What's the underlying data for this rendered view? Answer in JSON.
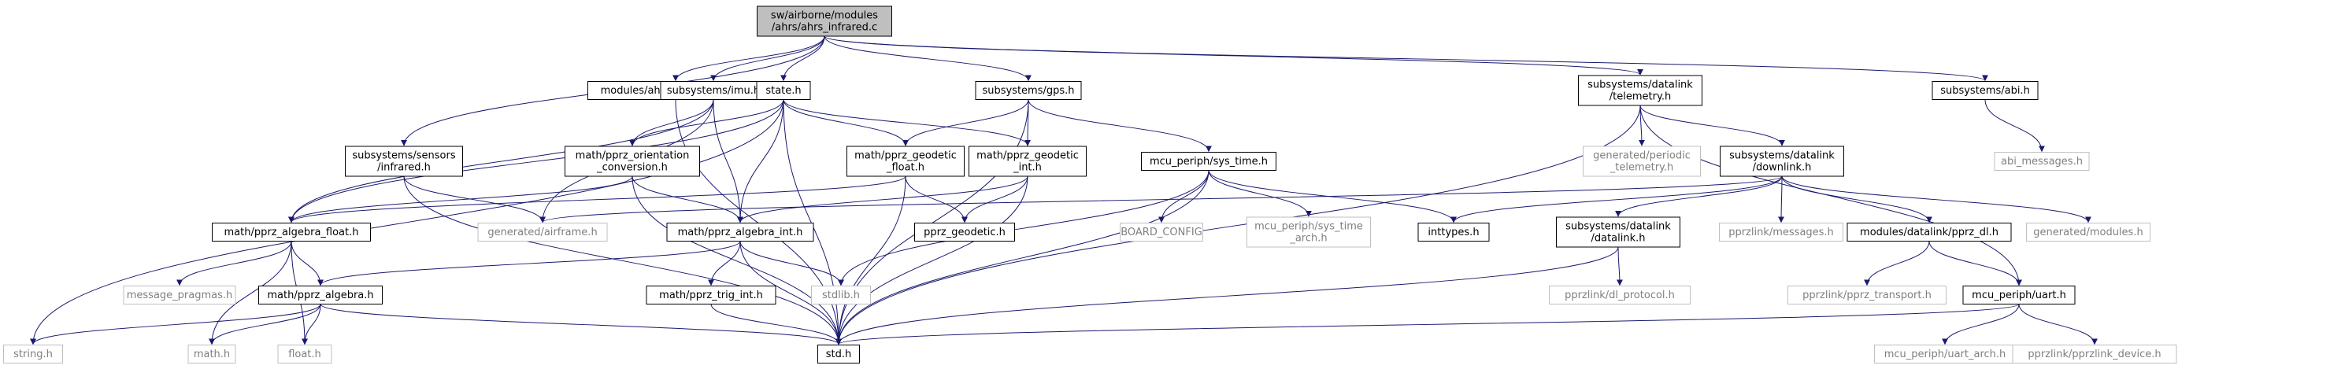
{
  "diagram": {
    "type": "include-dependency-graph",
    "colors": {
      "root_fill": "#bfbfbf",
      "node_border": "#000000",
      "external_border": "#bfbfbf",
      "external_text": "#7f7f7f",
      "edge": "#191970",
      "background": "#ffffff"
    },
    "nodes": [
      {
        "id": "root",
        "lines": [
          "sw/airborne/modules",
          "/ahrs/ahrs_infrared.c"
        ],
        "kind": "root"
      },
      {
        "id": "ahrs_infrared_h",
        "lines": [
          "modules/ahrs/ahrs_infrared.h"
        ],
        "kind": "local"
      },
      {
        "id": "imu_h",
        "lines": [
          "subsystems/imu.h"
        ],
        "kind": "local"
      },
      {
        "id": "state_h",
        "lines": [
          "state.h"
        ],
        "kind": "local"
      },
      {
        "id": "gps_h",
        "lines": [
          "subsystems/gps.h"
        ],
        "kind": "local"
      },
      {
        "id": "telemetry_h",
        "lines": [
          "subsystems/datalink",
          "/telemetry.h"
        ],
        "kind": "local"
      },
      {
        "id": "abi_h",
        "lines": [
          "subsystems/abi.h"
        ],
        "kind": "local"
      },
      {
        "id": "abi_messages_h",
        "lines": [
          "abi_messages.h"
        ],
        "kind": "external"
      },
      {
        "id": "sensors_infrared_h",
        "lines": [
          "subsystems/sensors",
          "/infrared.h"
        ],
        "kind": "local"
      },
      {
        "id": "orientation_h",
        "lines": [
          "math/pprz_orientation",
          "_conversion.h"
        ],
        "kind": "local"
      },
      {
        "id": "geodetic_float_h",
        "lines": [
          "math/pprz_geodetic",
          "_float.h"
        ],
        "kind": "local"
      },
      {
        "id": "geodetic_int_h",
        "lines": [
          "math/pprz_geodetic",
          "_int.h"
        ],
        "kind": "local"
      },
      {
        "id": "sys_time_h",
        "lines": [
          "mcu_periph/sys_time.h"
        ],
        "kind": "local"
      },
      {
        "id": "gen_periodic_h",
        "lines": [
          "generated/periodic",
          "_telemetry.h"
        ],
        "kind": "external"
      },
      {
        "id": "downlink_h",
        "lines": [
          "subsystems/datalink",
          "/downlink.h"
        ],
        "kind": "local"
      },
      {
        "id": "algebra_float_h",
        "lines": [
          "math/pprz_algebra_float.h"
        ],
        "kind": "local"
      },
      {
        "id": "airframe_h",
        "lines": [
          "generated/airframe.h"
        ],
        "kind": "external"
      },
      {
        "id": "algebra_int_h",
        "lines": [
          "math/pprz_algebra_int.h"
        ],
        "kind": "local"
      },
      {
        "id": "pprz_geodetic_h",
        "lines": [
          "pprz_geodetic.h"
        ],
        "kind": "local"
      },
      {
        "id": "board_config",
        "lines": [
          "BOARD_CONFIG"
        ],
        "kind": "external"
      },
      {
        "id": "sys_time_arch_h",
        "lines": [
          "mcu_periph/sys_time",
          "_arch.h"
        ],
        "kind": "external"
      },
      {
        "id": "inttypes_h",
        "lines": [
          "inttypes.h"
        ],
        "kind": "local"
      },
      {
        "id": "datalink_h",
        "lines": [
          "subsystems/datalink",
          "/datalink.h"
        ],
        "kind": "local"
      },
      {
        "id": "pprzlink_messages_h",
        "lines": [
          "pprzlink/messages.h"
        ],
        "kind": "external"
      },
      {
        "id": "pprz_dl_h",
        "lines": [
          "modules/datalink/pprz_dl.h"
        ],
        "kind": "local"
      },
      {
        "id": "gen_modules_h",
        "lines": [
          "generated/modules.h"
        ],
        "kind": "external"
      },
      {
        "id": "message_pragmas_h",
        "lines": [
          "message_pragmas.h"
        ],
        "kind": "external"
      },
      {
        "id": "algebra_h",
        "lines": [
          "math/pprz_algebra.h"
        ],
        "kind": "local"
      },
      {
        "id": "trig_int_h",
        "lines": [
          "math/pprz_trig_int.h"
        ],
        "kind": "local"
      },
      {
        "id": "stdlib_h",
        "lines": [
          "stdlib.h"
        ],
        "kind": "external"
      },
      {
        "id": "dl_protocol_h",
        "lines": [
          "pprzlink/dl_protocol.h"
        ],
        "kind": "external"
      },
      {
        "id": "pprz_transport_h",
        "lines": [
          "pprzlink/pprz_transport.h"
        ],
        "kind": "external"
      },
      {
        "id": "uart_h",
        "lines": [
          "mcu_periph/uart.h"
        ],
        "kind": "local"
      },
      {
        "id": "string_h",
        "lines": [
          "string.h"
        ],
        "kind": "external"
      },
      {
        "id": "math_h",
        "lines": [
          "math.h"
        ],
        "kind": "external"
      },
      {
        "id": "float_h",
        "lines": [
          "float.h"
        ],
        "kind": "external"
      },
      {
        "id": "std_h",
        "lines": [
          "std.h"
        ],
        "kind": "local"
      },
      {
        "id": "uart_arch_h",
        "lines": [
          "mcu_periph/uart_arch.h"
        ],
        "kind": "external"
      },
      {
        "id": "pprzlink_device_h",
        "lines": [
          "pprzlink/pprzlink_device.h"
        ],
        "kind": "external"
      }
    ],
    "edges": [
      [
        "root",
        "ahrs_infrared_h"
      ],
      [
        "root",
        "imu_h"
      ],
      [
        "root",
        "state_h"
      ],
      [
        "root",
        "gps_h"
      ],
      [
        "root",
        "telemetry_h"
      ],
      [
        "root",
        "abi_h"
      ],
      [
        "root",
        "sensors_infrared_h"
      ],
      [
        "ahrs_infrared_h",
        "std_h"
      ],
      [
        "imu_h",
        "orientation_h"
      ],
      [
        "imu_h",
        "algebra_float_h"
      ],
      [
        "imu_h",
        "algebra_int_h"
      ],
      [
        "imu_h",
        "airframe_h"
      ],
      [
        "state_h",
        "orientation_h"
      ],
      [
        "state_h",
        "geodetic_float_h"
      ],
      [
        "state_h",
        "geodetic_int_h"
      ],
      [
        "state_h",
        "algebra_float_h"
      ],
      [
        "state_h",
        "algebra_int_h"
      ],
      [
        "state_h",
        "std_h"
      ],
      [
        "state_h",
        "string_h"
      ],
      [
        "gps_h",
        "geodetic_float_h"
      ],
      [
        "gps_h",
        "geodetic_int_h"
      ],
      [
        "gps_h",
        "sys_time_h"
      ],
      [
        "gps_h",
        "std_h"
      ],
      [
        "telemetry_h",
        "gen_periodic_h"
      ],
      [
        "telemetry_h",
        "downlink_h"
      ],
      [
        "telemetry_h",
        "std_h"
      ],
      [
        "telemetry_h",
        "uart_h"
      ],
      [
        "abi_h",
        "abi_messages_h"
      ],
      [
        "sensors_infrared_h",
        "airframe_h"
      ],
      [
        "sensors_infrared_h",
        "std_h"
      ],
      [
        "orientation_h",
        "algebra_float_h"
      ],
      [
        "orientation_h",
        "algebra_int_h"
      ],
      [
        "orientation_h",
        "std_h"
      ],
      [
        "geodetic_float_h",
        "algebra_float_h"
      ],
      [
        "geodetic_float_h",
        "pprz_geodetic_h"
      ],
      [
        "geodetic_float_h",
        "std_h"
      ],
      [
        "geodetic_int_h",
        "pprz_geodetic_h"
      ],
      [
        "geodetic_int_h",
        "algebra_int_h"
      ],
      [
        "geodetic_int_h",
        "std_h"
      ],
      [
        "sys_time_h",
        "board_config"
      ],
      [
        "sys_time_h",
        "sys_time_arch_h"
      ],
      [
        "sys_time_h",
        "inttypes_h"
      ],
      [
        "sys_time_h",
        "stdlib_h"
      ],
      [
        "sys_time_h",
        "std_h"
      ],
      [
        "downlink_h",
        "airframe_h"
      ],
      [
        "downlink_h",
        "inttypes_h"
      ],
      [
        "downlink_h",
        "datalink_h"
      ],
      [
        "downlink_h",
        "pprzlink_messages_h"
      ],
      [
        "downlink_h",
        "pprz_dl_h"
      ],
      [
        "downlink_h",
        "gen_modules_h"
      ],
      [
        "algebra_float_h",
        "message_pragmas_h"
      ],
      [
        "algebra_float_h",
        "algebra_h"
      ],
      [
        "algebra_float_h",
        "math_h"
      ],
      [
        "algebra_float_h",
        "float_h"
      ],
      [
        "algebra_int_h",
        "algebra_h"
      ],
      [
        "algebra_int_h",
        "trig_int_h"
      ],
      [
        "algebra_int_h",
        "stdlib_h"
      ],
      [
        "algebra_int_h",
        "std_h"
      ],
      [
        "algebra_h",
        "string_h"
      ],
      [
        "algebra_h",
        "math_h"
      ],
      [
        "algebra_h",
        "float_h"
      ],
      [
        "algebra_h",
        "std_h"
      ],
      [
        "trig_int_h",
        "std_h"
      ],
      [
        "datalink_h",
        "dl_protocol_h"
      ],
      [
        "datalink_h",
        "std_h"
      ],
      [
        "pprz_dl_h",
        "pprz_transport_h"
      ],
      [
        "pprz_dl_h",
        "uart_h"
      ],
      [
        "uart_h",
        "uart_arch_h"
      ],
      [
        "uart_h",
        "pprzlink_device_h"
      ],
      [
        "uart_h",
        "std_h"
      ]
    ]
  }
}
